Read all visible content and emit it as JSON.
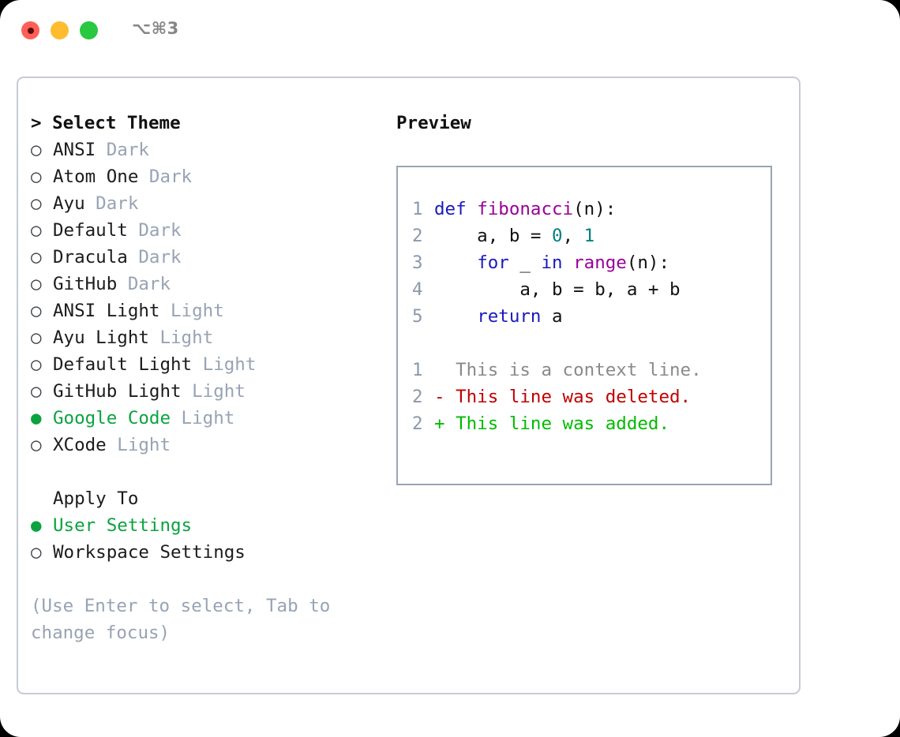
{
  "titlebar": {
    "shortcut": "⌥⌘3",
    "lights": [
      {
        "name": "close",
        "color": "#ff5f57"
      },
      {
        "name": "minimize",
        "color": "#febc2e"
      },
      {
        "name": "maximize",
        "color": "#28c840"
      }
    ]
  },
  "left": {
    "header": "> Select Theme",
    "themes": [
      {
        "bullet": "○",
        "name": "ANSI",
        "kind": "Dark",
        "selected": false
      },
      {
        "bullet": "○",
        "name": "Atom One",
        "kind": "Dark",
        "selected": false
      },
      {
        "bullet": "○",
        "name": "Ayu",
        "kind": "Dark",
        "selected": false
      },
      {
        "bullet": "○",
        "name": "Default",
        "kind": "Dark",
        "selected": false
      },
      {
        "bullet": "○",
        "name": "Dracula",
        "kind": "Dark",
        "selected": false
      },
      {
        "bullet": "○",
        "name": "GitHub",
        "kind": "Dark",
        "selected": false
      },
      {
        "bullet": "○",
        "name": "ANSI Light",
        "kind": "Light",
        "selected": false
      },
      {
        "bullet": "○",
        "name": "Ayu Light",
        "kind": "Light",
        "selected": false
      },
      {
        "bullet": "○",
        "name": "Default Light",
        "kind": "Light",
        "selected": false
      },
      {
        "bullet": "○",
        "name": "GitHub Light",
        "kind": "Light",
        "selected": false
      },
      {
        "bullet": "●",
        "name": "Google Code",
        "kind": "Light",
        "selected": true
      },
      {
        "bullet": "○",
        "name": "XCode",
        "kind": "Light",
        "selected": false
      }
    ],
    "apply_header": "Apply To",
    "apply_options": [
      {
        "bullet": "●",
        "name": "User Settings",
        "selected": true
      },
      {
        "bullet": "○",
        "name": "Workspace Settings",
        "selected": false
      }
    ],
    "hint": "(Use Enter to select, Tab to change focus)"
  },
  "right": {
    "title": "Preview",
    "code_lines": [
      {
        "ln": "1",
        "tokens": [
          {
            "t": "def ",
            "c": "kw"
          },
          {
            "t": "fibonacci",
            "c": "fn"
          },
          {
            "t": "(n):",
            "c": "plain"
          }
        ]
      },
      {
        "ln": "2",
        "tokens": [
          {
            "t": "    a, b = ",
            "c": "plain"
          },
          {
            "t": "0",
            "c": "num"
          },
          {
            "t": ", ",
            "c": "plain"
          },
          {
            "t": "1",
            "c": "num"
          }
        ]
      },
      {
        "ln": "3",
        "tokens": [
          {
            "t": "    ",
            "c": "plain"
          },
          {
            "t": "for",
            "c": "kw"
          },
          {
            "t": " _ ",
            "c": "plain"
          },
          {
            "t": "in",
            "c": "kw"
          },
          {
            "t": " ",
            "c": "plain"
          },
          {
            "t": "range",
            "c": "fn"
          },
          {
            "t": "(n):",
            "c": "plain"
          }
        ]
      },
      {
        "ln": "4",
        "tokens": [
          {
            "t": "        a, b = b, a + b",
            "c": "plain"
          }
        ]
      },
      {
        "ln": "5",
        "tokens": [
          {
            "t": "    ",
            "c": "plain"
          },
          {
            "t": "return",
            "c": "kw"
          },
          {
            "t": " a",
            "c": "plain"
          }
        ]
      }
    ],
    "diff_lines": [
      {
        "ln": "1",
        "marker": " ",
        "text": "  This is a context line.",
        "kind": "ctx"
      },
      {
        "ln": "2",
        "marker": "-",
        "text": "- This line was deleted.",
        "kind": "del"
      },
      {
        "ln": "2",
        "marker": "+",
        "text": "+ This line was added.",
        "kind": "add"
      }
    ]
  },
  "colors": {
    "accent_green": "#0aa33f",
    "muted": "#97a3b4",
    "keyword": "#1a1ac0",
    "function": "#990099",
    "number": "#008080",
    "diff_delete": "#c00000",
    "diff_add": "#00bb00"
  }
}
